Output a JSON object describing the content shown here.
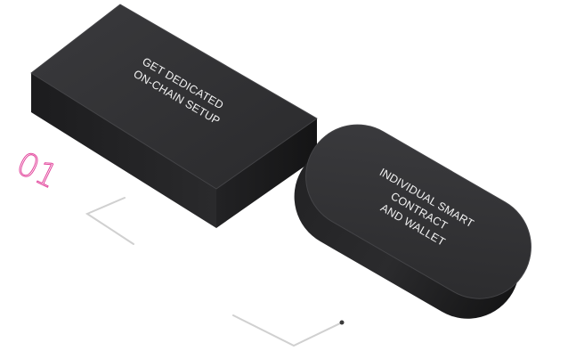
{
  "step": {
    "number": "01",
    "accent_color": "#e2459c"
  },
  "blocks": [
    {
      "shape": "rectangular-block",
      "lines": [
        "GET DEDICATED",
        "ON-CHAIN SETUP"
      ],
      "color": "#2c2c2e"
    },
    {
      "shape": "rounded-block",
      "lines": [
        "INDIVIDUAL SMART",
        "CONTRACT",
        "AND WALLET"
      ],
      "color": "#2c2c2e"
    }
  ],
  "connector_color": "#d0d0d0"
}
